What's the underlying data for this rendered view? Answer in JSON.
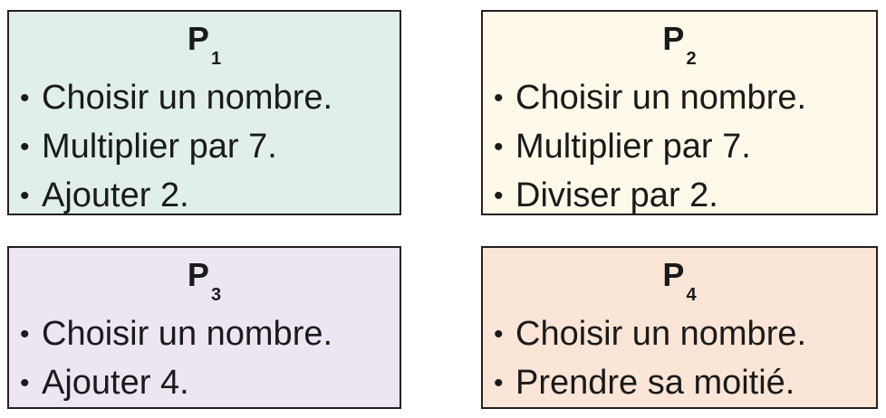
{
  "colors": {
    "p1_background": "#e0efe8",
    "p2_background": "#fef9e9",
    "p3_background": "#ede6f2",
    "p4_background": "#fbe5d7",
    "border": "#231f20"
  },
  "programs": [
    {
      "name": "P",
      "index": "1",
      "steps": [
        "Choisir un nombre.",
        "Multiplier par 7.",
        "Ajouter 2."
      ]
    },
    {
      "name": "P",
      "index": "2",
      "steps": [
        "Choisir un nombre.",
        "Multiplier par 7.",
        "Diviser par 2."
      ]
    },
    {
      "name": "P",
      "index": "3",
      "steps": [
        "Choisir un nombre.",
        "Ajouter 4."
      ]
    },
    {
      "name": "P",
      "index": "4",
      "steps": [
        "Choisir un nombre.",
        "Prendre sa moitié."
      ]
    }
  ]
}
